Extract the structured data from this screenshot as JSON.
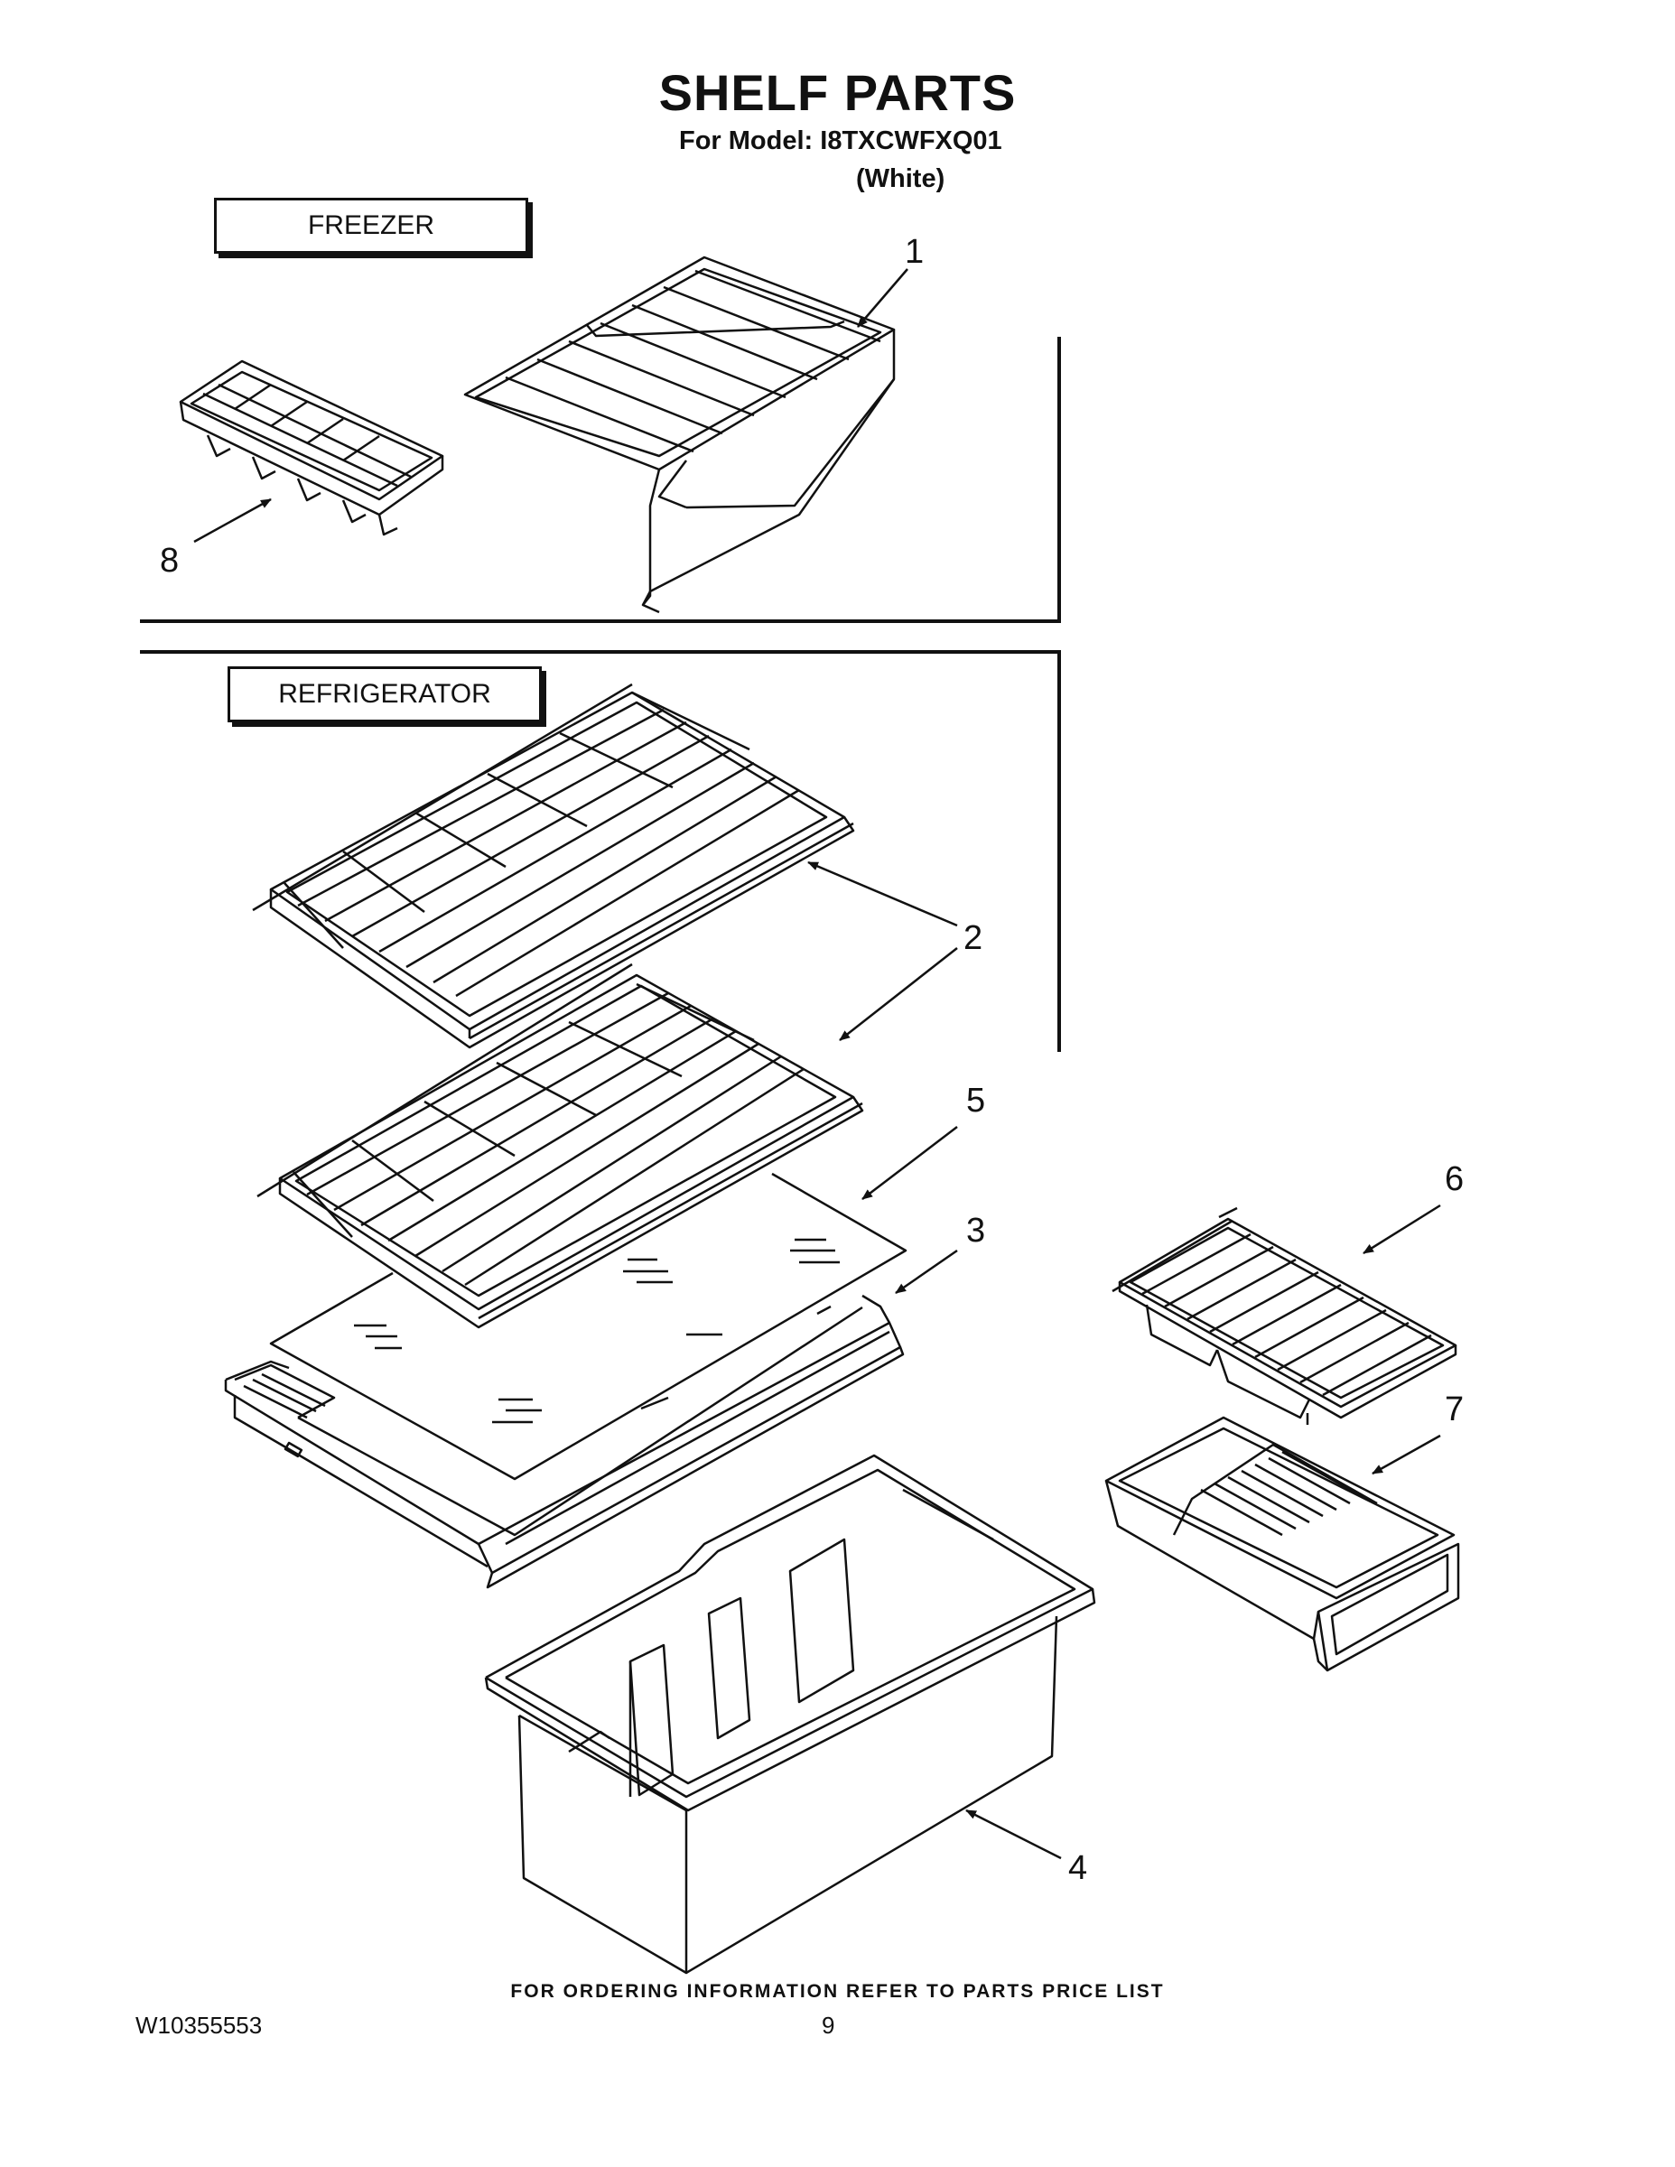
{
  "header": {
    "title": "SHELF PARTS",
    "model_line": "For Model: I8TXCWFXQ01",
    "variant_line": "(White)"
  },
  "sections": {
    "freezer": "FREEZER",
    "refrigerator": "REFRIGERATOR"
  },
  "callouts": [
    "1",
    "2",
    "3",
    "4",
    "5",
    "6",
    "7",
    "8"
  ],
  "parts": [
    {
      "callout": "1",
      "icon": "freezer-wire-shelf-icon"
    },
    {
      "callout": "2",
      "icon": "refrigerator-wire-shelf-icon"
    },
    {
      "callout": "3",
      "icon": "crisper-cover-frame-icon"
    },
    {
      "callout": "4",
      "icon": "crisper-bin-icon"
    },
    {
      "callout": "5",
      "icon": "glass-insert-icon"
    },
    {
      "callout": "6",
      "icon": "small-shelf-icon"
    },
    {
      "callout": "7",
      "icon": "meat-pan-icon"
    },
    {
      "callout": "8",
      "icon": "ice-tray-icon"
    }
  ],
  "footer": {
    "ordering_note": "FOR ORDERING INFORMATION REFER TO PARTS PRICE LIST",
    "doc_number": "W10355553",
    "page_number": "9"
  }
}
